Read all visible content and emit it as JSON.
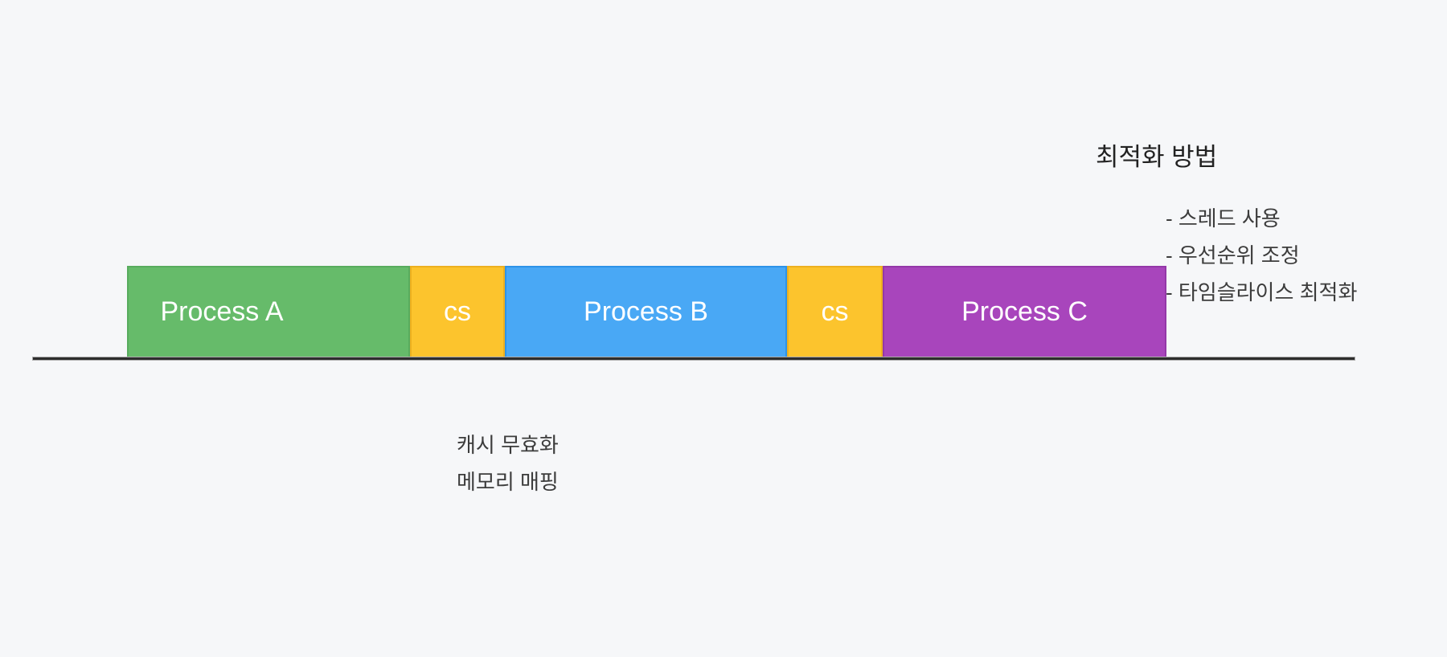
{
  "background_color": "#F6F7F9",
  "optimization": {
    "title": "최적화 방법",
    "items": [
      "- 스레드 사용",
      "- 우선순위 조정",
      "- 타임슬라이스 최적화"
    ]
  },
  "timeline": {
    "axis_color": "#2D2D2D",
    "segments": [
      {
        "id": "process-a",
        "label": "Process A",
        "color": "#66BB6A",
        "border_color": "#58AC5E",
        "text_color": "#FFFFFF"
      },
      {
        "id": "cs-1",
        "label": "cs",
        "color": "#FCC42D",
        "border_color": "#EDB01F",
        "text_color": "#FFFFFF"
      },
      {
        "id": "process-b",
        "label": "Process B",
        "color": "#49A8F5",
        "border_color": "#2D93E8",
        "text_color": "#FFFFFF"
      },
      {
        "id": "cs-2",
        "label": "cs",
        "color": "#FCC42D",
        "border_color": "#EDB01F",
        "text_color": "#FFFFFF"
      },
      {
        "id": "process-c",
        "label": "Process C",
        "color": "#A845BC",
        "border_color": "#9438A8",
        "text_color": "#FFFFFF"
      }
    ]
  },
  "cs_notes": [
    "캐시 무효화",
    "메모리 매핑"
  ],
  "text_colors": {
    "title": "#222222",
    "body": "#3C3C3C"
  }
}
